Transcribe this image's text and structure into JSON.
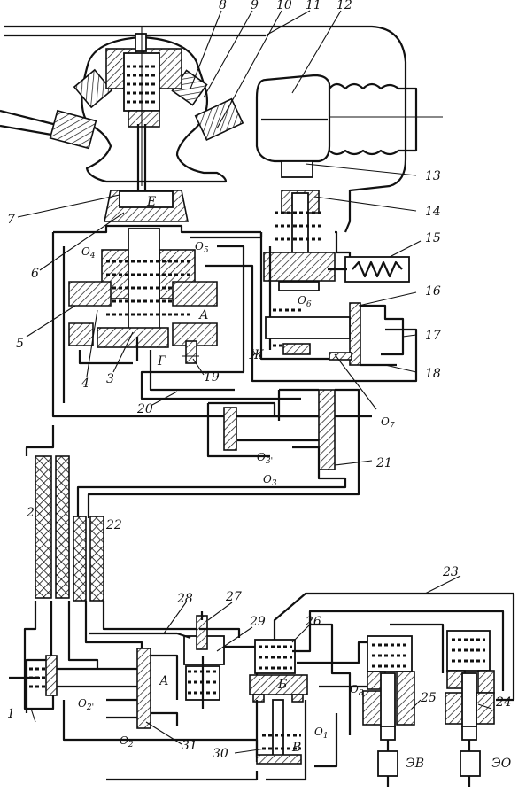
{
  "diagram": {
    "labels": {
      "l1": "1",
      "l2": "2",
      "l3": "3",
      "l4": "4",
      "l5": "5",
      "l6": "6",
      "l7": "7",
      "l8": "8",
      "l9": "9",
      "l10": "10",
      "l11": "11",
      "l12": "12",
      "l13": "13",
      "l14": "14",
      "l15": "15",
      "l16": "16",
      "l17": "17",
      "l18": "18",
      "l19": "19",
      "l20": "20",
      "l21": "21",
      "l22": "22",
      "l23": "23",
      "l24": "24",
      "l25": "25",
      "l26": "26",
      "l27": "27",
      "l28": "28",
      "l29": "29",
      "l30": "30",
      "l31": "31"
    },
    "chambers": {
      "E": "Е",
      "A_top": "А",
      "G": "Г",
      "Zh": "Ж",
      "A_bottom": "А",
      "B": "Б",
      "V": "В"
    },
    "orifices": {
      "o4": "О",
      "o4s": "4",
      "o5": "О",
      "o5s": "5",
      "o6": "О",
      "o6s": "6",
      "o7": "О",
      "o7s": "7",
      "o3p": "О",
      "o3ps": "3'",
      "o3": "О",
      "o3s": "3",
      "o2p": "О",
      "o2ps": "2'",
      "o2": "О",
      "o2s": "2",
      "o1": "О",
      "o1s": "1",
      "o8": "О",
      "o8s": "8"
    },
    "valves": {
      "ev": "ЭВ",
      "eo": "ЭО"
    }
  }
}
